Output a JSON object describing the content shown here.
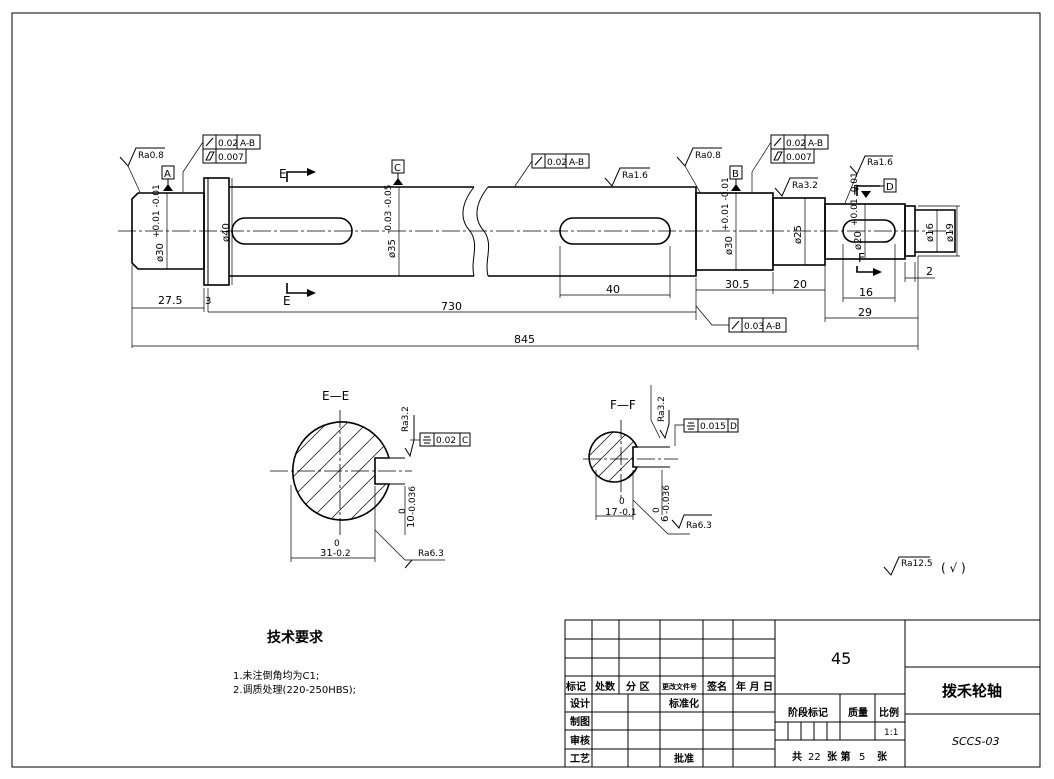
{
  "dimensions": {
    "d_27_5": "27.5",
    "d_3": "3",
    "d_730": "730",
    "d_845": "845",
    "d_40": "40",
    "d_30_5": "30.5",
    "d_20": "20",
    "d_16": "16",
    "d_29": "29",
    "d_2": "2",
    "dia30_left": "ø30",
    "dia30_left_tol": "+0.01 -0.01",
    "dia40": "ø40",
    "dia35": "ø35",
    "dia35_tol": "-0.03 -0.05",
    "dia30_right": "ø30",
    "dia30_right_tol": "+0.01 -0.01",
    "dia25": "ø25",
    "dia20": "ø20",
    "dia20_tol": "+0.01 -0.01",
    "dia16": "ø16",
    "dia19": "ø19"
  },
  "roughness": {
    "ra08_left": "Ra0.8",
    "ra08_right": "Ra0.8",
    "ra16_mid": "Ra1.6",
    "ra32_shaft": "Ra3.2",
    "ra16_right": "Ra1.6",
    "ra32_ee": "Ra3.2",
    "ra63_ee": "Ra6.3",
    "ra32_ff": "Ra3.2",
    "ra63_ff": "Ra6.3",
    "ra125_general": "Ra12.5",
    "general_note": "( √ )"
  },
  "datums": {
    "a": "A",
    "b": "B",
    "c": "C",
    "d": "D"
  },
  "tolerance_frames": {
    "left_runout": "0.02",
    "left_runout_ref": "A-B",
    "left_cyl": "0.007",
    "mid_runout": "0.02",
    "mid_runout_ref": "A-B",
    "right_runout": "0.02",
    "right_runout_ref": "A-B",
    "right_cyl": "0.007",
    "bottom_runout": "0.03",
    "bottom_runout_ref": "A-B",
    "ee_sym": "0.02",
    "ee_sym_ref": "C",
    "ff_sym": "0.015",
    "ff_sym_ref": "D"
  },
  "sections": {
    "ee_label": "E—E",
    "ff_label": "F—F",
    "cut_e_top": "E",
    "cut_e_bottom": "E",
    "cut_f_top": "F",
    "cut_f_bottom": "F",
    "ee_width": "31",
    "ee_width_sup": "0",
    "ee_width_sub": "-0.2",
    "ee_key": "10",
    "ee_key_sup": "0",
    "ee_key_sub": "-0.036",
    "ff_width": "17",
    "ff_width_sup": "0",
    "ff_width_sub": "-0.1",
    "ff_key": "6",
    "ff_key_sup": "0",
    "ff_key_sub": "-0.036"
  },
  "requirements": {
    "title": "技术要求",
    "item1": "1.未注倒角均为C1;",
    "item2": "2.调质处理(220-250HBS);"
  },
  "title_block": {
    "material": "45",
    "part_name": "拨禾轮轴",
    "drawing_no": "SCCS-03",
    "h_mark": "标记",
    "h_count": "处数",
    "h_zone": "分 区",
    "h_docno": "更改文件号",
    "h_sign": "签名",
    "h_date": "年 月 日",
    "r_design": "设计",
    "r_draw": "制图",
    "r_check": "审核",
    "r_process": "工艺",
    "standard": "标准化",
    "approve": "批准",
    "stage": "阶段标记",
    "mass": "质量",
    "scale": "比例",
    "scale_val": "1:1",
    "sheets_prefix": "共",
    "sheets_total": "22",
    "sheets_mid": "张  第",
    "sheet_no": "5",
    "sheets_suffix": "张"
  }
}
